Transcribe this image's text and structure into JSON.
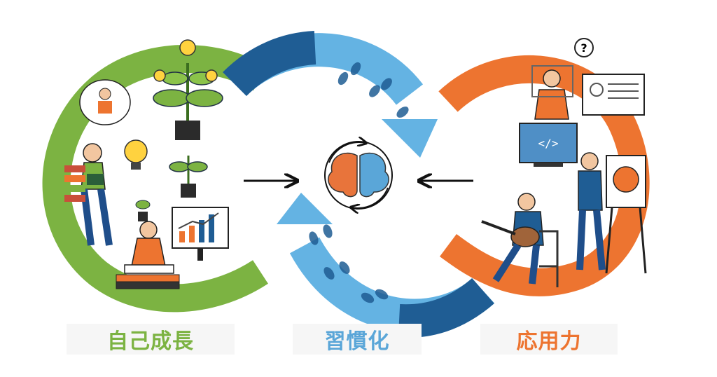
{
  "labels": {
    "growth": "自己成長",
    "habit": "習慣化",
    "apply": "応用力"
  },
  "icons": {
    "center": "brain-icon",
    "growth": "plant-growth-icon",
    "apply": "skills-icon",
    "habit": "footprints-icon",
    "idea": "lightbulb-icon",
    "question": "question-mark-icon",
    "code": "code-icon"
  },
  "icon_text": {
    "question": "?",
    "code": "</>"
  },
  "colors": {
    "green": "#7cb342",
    "orange": "#ed7430",
    "blue_light": "#64b3e3",
    "blue_dark": "#1f5d94",
    "brain_orange": "#e8743b",
    "brain_blue": "#5aa6d8"
  }
}
